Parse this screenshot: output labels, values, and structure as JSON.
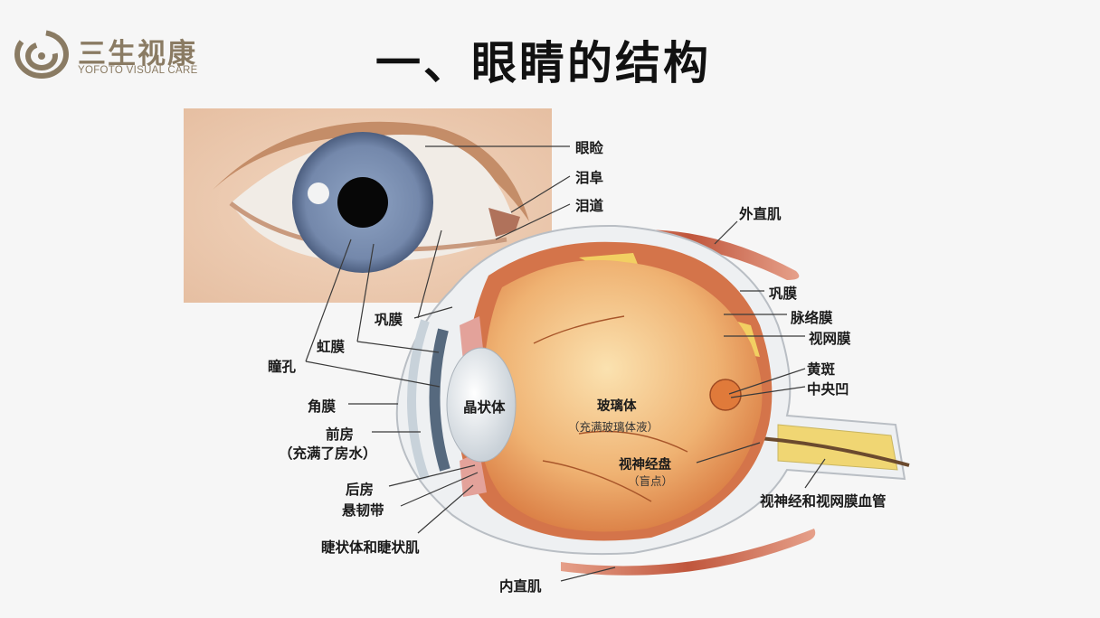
{
  "logo": {
    "name_cn": "三生视康",
    "name_en": "YOFOTO VISUAL CARE",
    "brand_color": "#8a7b63"
  },
  "title": "一、眼睛的结构",
  "photo_labels": {
    "eyelid": "眼睑",
    "lacrimal_caruncle": "泪阜",
    "lacrimal_duct": "泪道",
    "sclera": "巩膜",
    "iris": "虹膜",
    "pupil": "瞳孔"
  },
  "section_labels": {
    "lateral_rectus": "外直肌",
    "sclera": "巩膜",
    "choroid": "脉络膜",
    "retina": "视网膜",
    "macula": "黄斑",
    "fovea": "中央凹",
    "cornea": "角膜",
    "anterior_chamber": "前房",
    "anterior_chamber_note": "（充满了房水）",
    "lens": "晶状体",
    "vitreous": "玻璃体",
    "vitreous_note": "（充满玻璃体液）",
    "optic_disc": "视神经盘",
    "optic_disc_note": "（盲点）",
    "optic_nerve": "视神经和视网膜血管",
    "posterior_chamber": "后房",
    "zonule": "悬韧带",
    "ciliary": "睫状体和睫状肌",
    "medial_rectus": "内直肌"
  },
  "colors": {
    "background": "#f6f6f6",
    "skin": "#e8c3a8",
    "iris": "#7f93b3",
    "vitreous": "#e9a66a",
    "retina": "#f2cf62",
    "muscle": "#c46a4e",
    "sclera": "#eef0f2"
  }
}
